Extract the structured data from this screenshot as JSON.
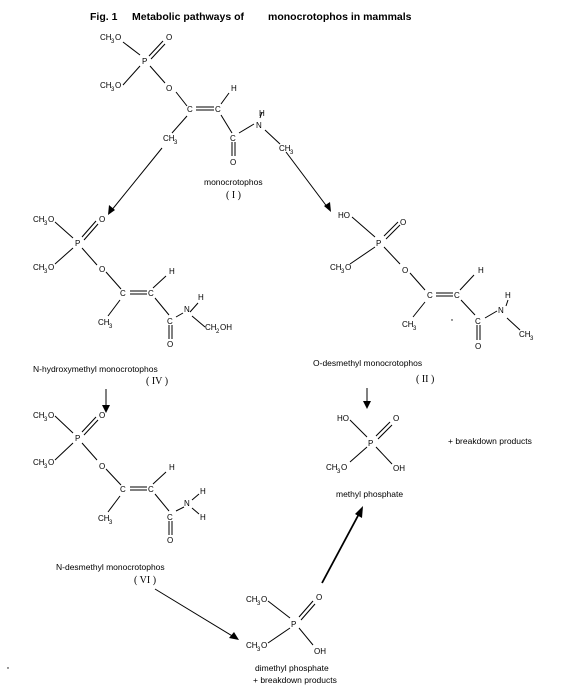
{
  "figure": {
    "title_prefix": "Fig. 1",
    "title": "Metabolic pathways of",
    "title_suffix": "monocrotophos in mammals"
  },
  "atoms": {
    "methyl": "CH",
    "sub3": "3",
    "oxygen": "O",
    "phosphorus": "P",
    "carbon": "C",
    "hydrogen": "H",
    "nitrogen": "N",
    "hydroxyl": "HO",
    "hydroxyl_right": "OH",
    "ch2oh_prefix": "CH",
    "ch2oh_sub": "2",
    "ch2oh_suffix": "OH"
  },
  "compounds": {
    "monocrotophos": {
      "name": "monocrotophos",
      "number": "( I )"
    },
    "n_hydroxymethyl": {
      "name": "N-hydroxymethyl monocrotophos",
      "number": "( IV )"
    },
    "o_desmethyl": {
      "name": "O-desmethyl monocrotophos",
      "number": "( II )"
    },
    "n_desmethyl": {
      "name": "N-desmethyl monocrotophos",
      "number": "( VI )"
    },
    "methyl_phosphate": {
      "name": "methyl phosphate"
    },
    "dimethyl_phosphate": {
      "name": "dimethyl phosphate",
      "name_line2": "+ breakdown products"
    }
  },
  "side_note": "+ breakdown products",
  "colors": {
    "ink": "#000000",
    "background": "#ffffff"
  }
}
